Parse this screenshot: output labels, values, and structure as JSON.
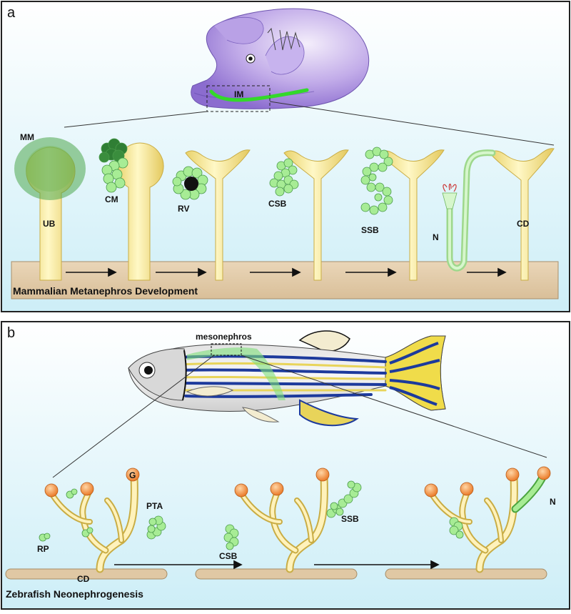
{
  "panel_a": {
    "letter": "a",
    "title": "Mammalian Metanephros Development",
    "labels": {
      "im": "IM",
      "mm": "MM",
      "ub": "UB",
      "cm": "CM",
      "rv": "RV",
      "csb": "CSB",
      "ssb": "SSB",
      "n": "N",
      "cd": "CD"
    }
  },
  "panel_b": {
    "letter": "b",
    "title": "Zebrafish Neonephrogenesis",
    "labels": {
      "mesonephros": "mesonephros",
      "g": "G",
      "pta": "PTA",
      "rp": "RP",
      "cd": "CD",
      "csb": "CSB",
      "ssb": "SSB",
      "n": "N"
    }
  },
  "colors": {
    "panel_bg_top": "#ffffff",
    "panel_bg_bottom": "#cdeef7",
    "tube_yellow": "#f7eea0",
    "nephron_green": "#a7ec95",
    "mm_green": "#6db56d",
    "ground_tan": "#e2c9a6",
    "embryo_purple": "#a58ad9",
    "glomerulus_orange": "#f39a48",
    "stripe_blue": "#1d3a9c",
    "stripe_yellow": "#e8d45a"
  }
}
